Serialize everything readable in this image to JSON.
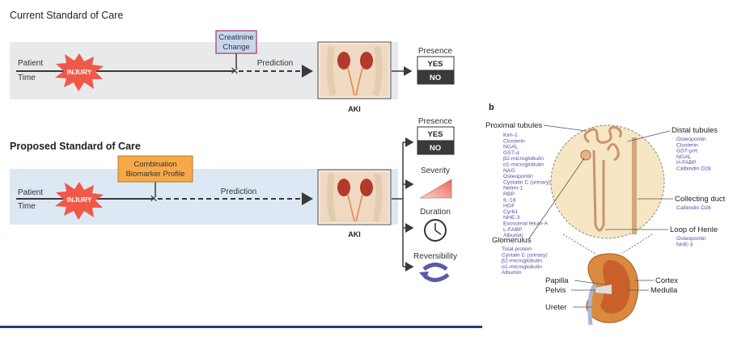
{
  "panel_a": {
    "current": {
      "title": "Current Standard of Care",
      "patient": "Patient",
      "time": "Time",
      "injury": "INJURY",
      "creatinine_line1": "Creatinine",
      "creatinine_line2": "Change",
      "prediction": "Prediction",
      "aki": "AKI",
      "presence": "Presence",
      "yes": "YES",
      "no": "NO"
    },
    "proposed": {
      "title": "Proposed Standard of Care",
      "patient": "Patient",
      "time": "Time",
      "injury": "INJURY",
      "combo_line1": "Combination",
      "combo_line2": "Biomarker Profile",
      "prediction": "Prediction",
      "aki": "AKI",
      "presence": "Presence",
      "yes": "YES",
      "no": "NO",
      "severity": "Severity",
      "duration": "Duration",
      "reversibility": "Reversibility"
    },
    "colors": {
      "current_band": "#e8e9ea",
      "proposed_band": "#dce8f4",
      "injury": "#f0584a",
      "creatinine_box": "#c7d7ee",
      "creatinine_border": "#b0407a",
      "combo_box": "#f7a94a",
      "accent_blue": "#1f3b7a"
    }
  },
  "panel_b": {
    "label": "b",
    "proximal": {
      "title": "Proximal tubules",
      "items": [
        "Kim-1",
        "Clusterin",
        "NGAL",
        "GST-α",
        "β2-microglobulin",
        "α1-microglobulin",
        "NAG",
        "Osteopontin",
        "Cystatin C (urinary)",
        "Netrin-1",
        "RBP",
        "IL-18",
        "HGF",
        "Cyr61",
        "NHE-3",
        "Exosomal fetuin-A",
        "L-FABP",
        "Albumin"
      ]
    },
    "distal": {
      "title": "Distal tubules",
      "items": [
        "Osteopontin",
        "Clusterin",
        "GST-μ/π",
        "NGAL",
        "H-FABP",
        "Calbindin D28"
      ]
    },
    "collecting": {
      "title": "Collecting duct",
      "items": [
        "Calbindin D28"
      ]
    },
    "henle": {
      "title": "Loop of Henle",
      "items": [
        "Osteopontin",
        "NHE-3"
      ]
    },
    "glomerulus": {
      "title": "Glomerulus",
      "items": [
        "Total protein",
        "Cystain C (urinary)",
        "β2-microglobulin",
        "α1-microglobulin",
        "Albumin"
      ]
    },
    "kidney_labels": {
      "papilla": "Papilla",
      "pelvis": "Pelvis",
      "ureter": "Ureter",
      "cortex": "Cortex",
      "medulla": "Medulla"
    },
    "colors": {
      "marker_text": "#5a4aa8"
    }
  }
}
